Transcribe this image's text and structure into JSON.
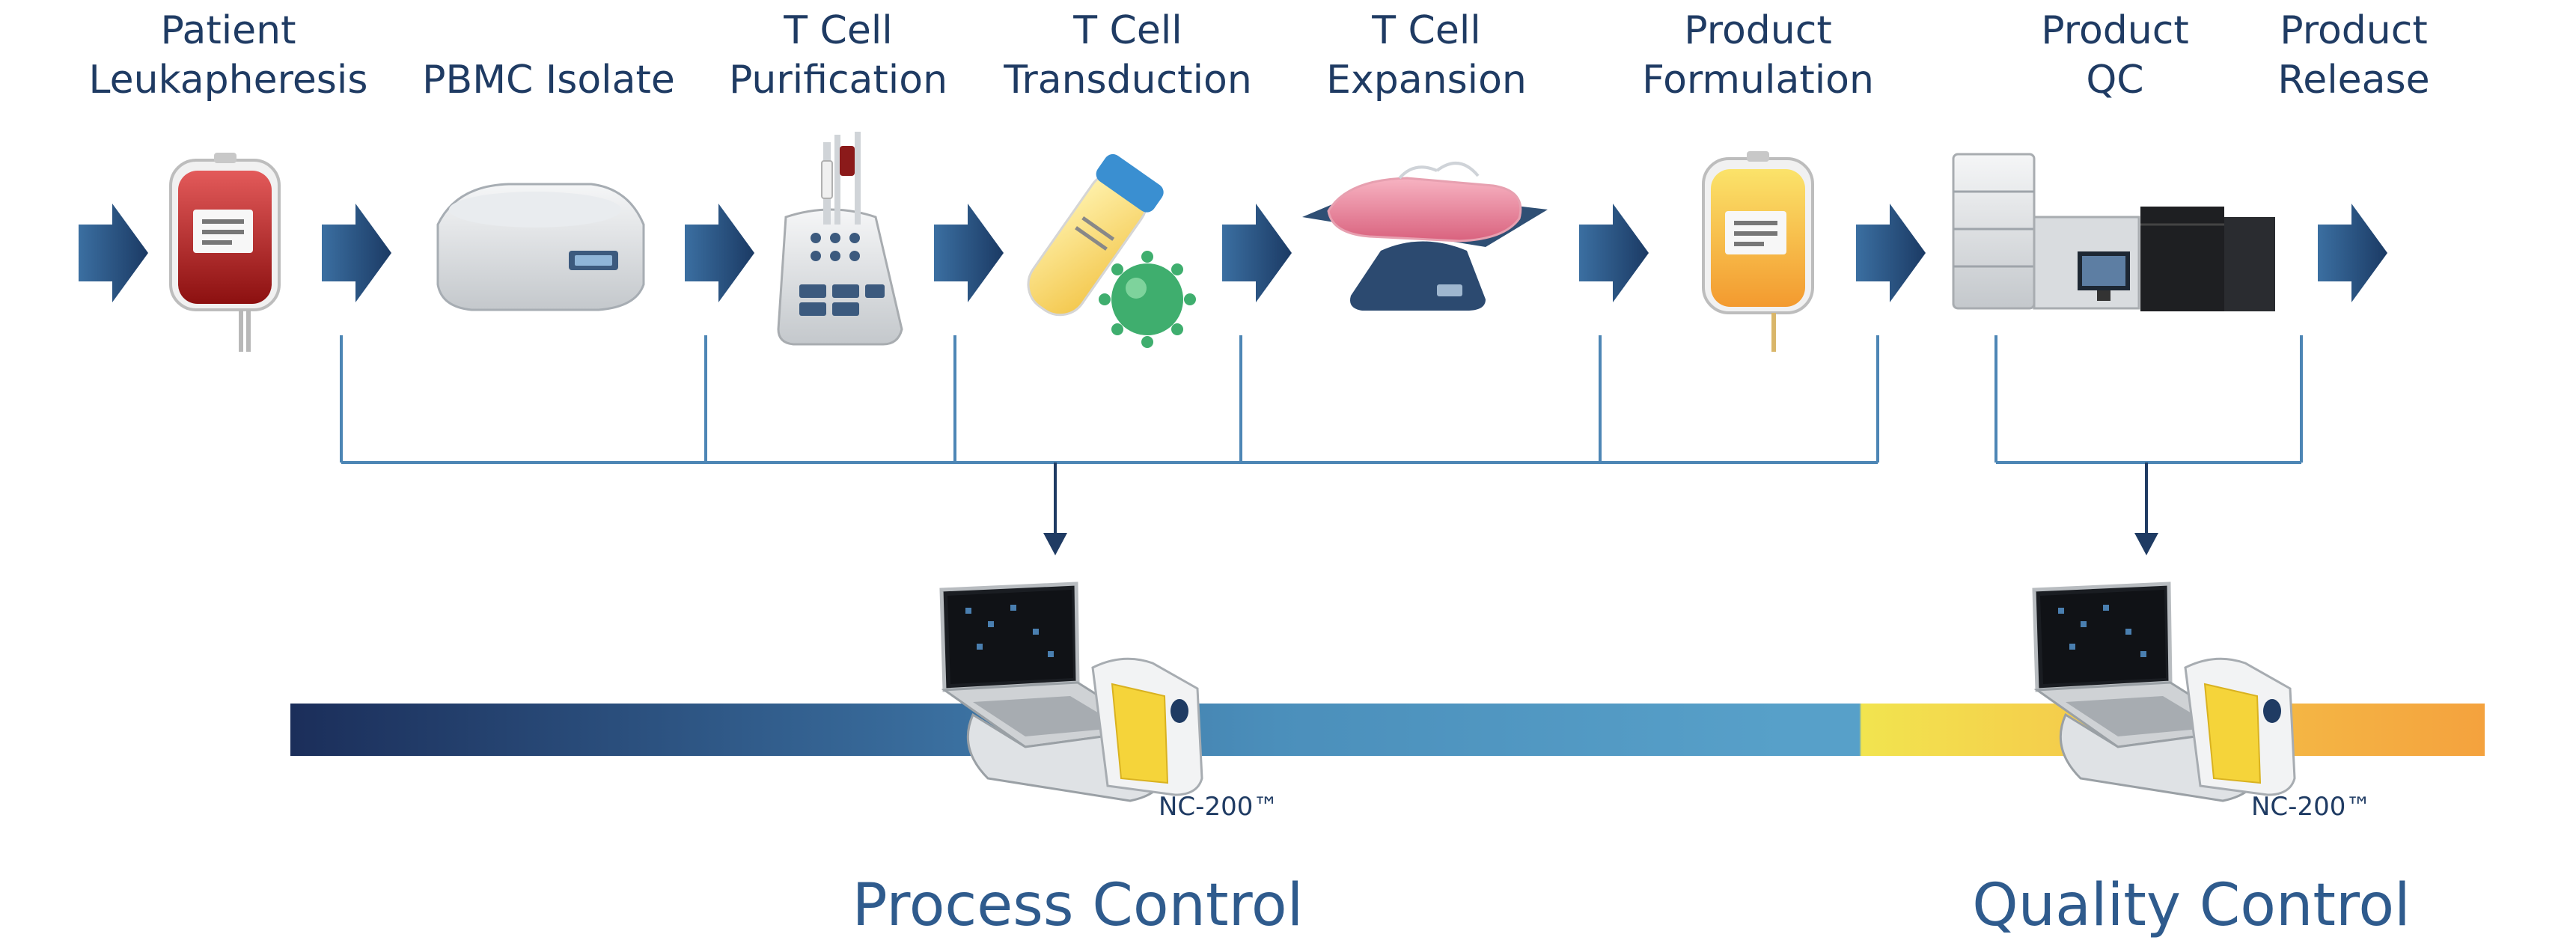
{
  "steps": [
    {
      "line1": "Patient",
      "line2": "Leukapheresis"
    },
    {
      "line1": "",
      "line2": "PBMC Isolate"
    },
    {
      "line1": "T Cell",
      "line2": "Purification"
    },
    {
      "line1": "T Cell",
      "line2": "Transduction"
    },
    {
      "line1": "T Cell",
      "line2": "Expansion"
    },
    {
      "line1": "Product",
      "line2": "Formulation"
    },
    {
      "line1": "Product",
      "line2": "QC"
    },
    {
      "line1": "Product",
      "line2": "Release"
    }
  ],
  "devices": [
    {
      "model": "NC-200™"
    },
    {
      "model": "NC-200™"
    }
  ],
  "sections": {
    "process": "Process Control",
    "quality": "Quality Control"
  },
  "colors": {
    "text": "#1f3b63",
    "arrow_dark": "#1d3c66",
    "arrow_light": "#3a6ea0",
    "connector": "#4d86b5",
    "bar_dark": "#1b2e5a",
    "bar_mid": "#4f97c2",
    "bar_yellow": "#f3e14a",
    "bar_orange": "#f4a23e"
  }
}
